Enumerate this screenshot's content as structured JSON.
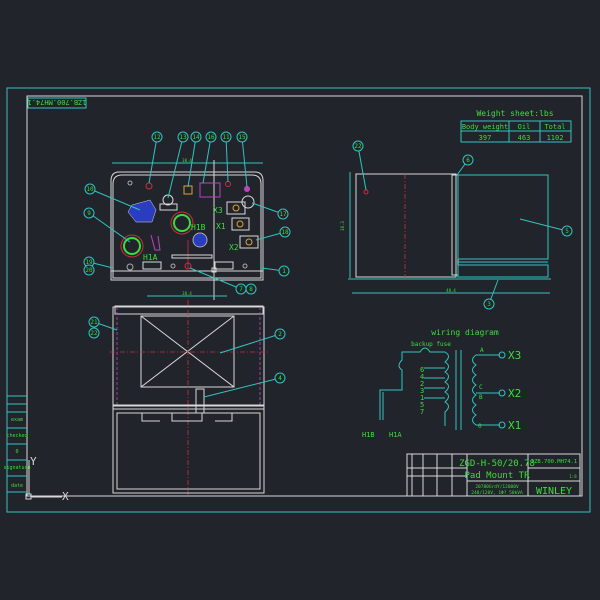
{
  "drawing_number": "1ZB.700.MH74.1",
  "weight_sheet": {
    "title": "Weight sheet:lbs",
    "headers": [
      "Body weight",
      "Oil",
      "Total"
    ],
    "values": [
      "397",
      "463",
      "1102"
    ]
  },
  "front_view": {
    "dimension_top": "38.4",
    "dimension_bottom": "38.4",
    "terminal_labels": {
      "x3": "X3",
      "x1": "X1",
      "x2": "X2",
      "h1b": "H1B",
      "h1a": "H1A"
    }
  },
  "side_view": {
    "dimension_height": "38.3",
    "dimension_width": "48.4"
  },
  "balloons": {
    "front": [
      "12",
      "13",
      "14",
      "16",
      "11",
      "15",
      "10",
      "9",
      "19",
      "20",
      "17",
      "18",
      "1",
      "7",
      "8",
      "21",
      "22",
      "2",
      "4"
    ],
    "side": [
      "22",
      "6",
      "5",
      "3"
    ]
  },
  "wiring_diagram": {
    "title": "wiring diagram",
    "fuse_label": "backup fuse",
    "taps": [
      "6",
      "4",
      "2",
      "3",
      "1",
      "5",
      "7"
    ],
    "secondary_taps": [
      "A",
      "C",
      "B",
      "0"
    ],
    "outputs": [
      "X3",
      "X2",
      "X1"
    ],
    "inputs": [
      "H1B",
      "H1A"
    ]
  },
  "side_strip": [
    "exam",
    "checked",
    "0",
    "signature",
    "date"
  ],
  "title_block": {
    "model": "ZGD-H-50/20.78",
    "name": "Pad Mount TR",
    "spec_line1": "20780GrdY/12000V",
    "spec_line2": "240/120V, 1Φ? 50kVA",
    "drawing_number": "1ZB.700.MH74.1",
    "company": "WINLEY",
    "scale": "1:8"
  },
  "ucs": {
    "x": "X",
    "y": "Y"
  },
  "colors": {
    "background": "#21252b",
    "frame": "#2fc4c0",
    "geometry": "#d8d8d8",
    "text": "#3ddc3d",
    "centerline": "#d02c3c"
  }
}
